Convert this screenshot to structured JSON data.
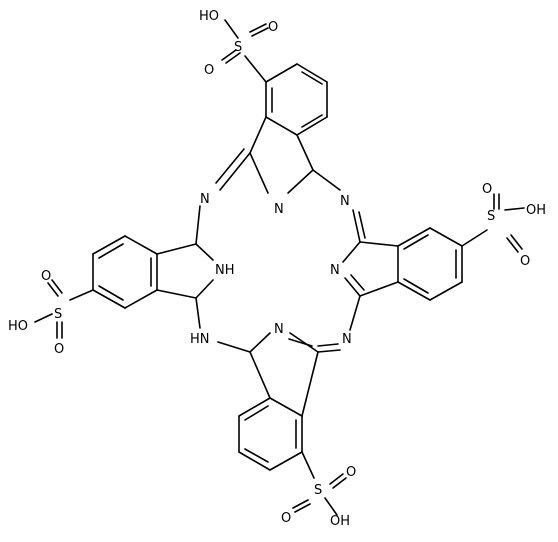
{
  "structure_labels": {
    "nitrogen": "N",
    "nh_left": "NH",
    "nh_bottom": "HN",
    "sulfur": "S",
    "oxygen": "O",
    "hydroxyl_left": "HO",
    "hydroxyl_right": "OH"
  }
}
